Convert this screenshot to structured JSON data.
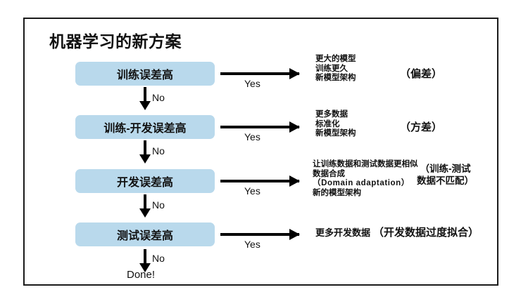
{
  "slide": {
    "title": "机器学习的新方案",
    "background_color": "#ffffff",
    "frame_color": "#1a1a1a",
    "box_color": "#b9d9ec"
  },
  "flow": {
    "yes_label": "Yes",
    "no_label": "No",
    "done_label": "Done!",
    "steps": [
      {
        "box": "训练误差高",
        "actions": [
          "更大的模型",
          "训练更久",
          "新模型架构"
        ],
        "cause": "（偏差）"
      },
      {
        "box": "训练-开发误差高",
        "actions": [
          "更多数据",
          "标准化",
          "新模型架构"
        ],
        "cause": "（方差）"
      },
      {
        "box": "开发误差高",
        "actions": [
          "让训练数据和测试数据更相似",
          "数据合成",
          "（Domain adaptation）",
          "新的模型架构"
        ],
        "cause_line1": "（训练-测试",
        "cause_line2": "数据不匹配）"
      },
      {
        "box": "测试误差高",
        "actions": [
          "更多开发数据"
        ],
        "cause": "（开发数据过度拟合）"
      }
    ]
  }
}
